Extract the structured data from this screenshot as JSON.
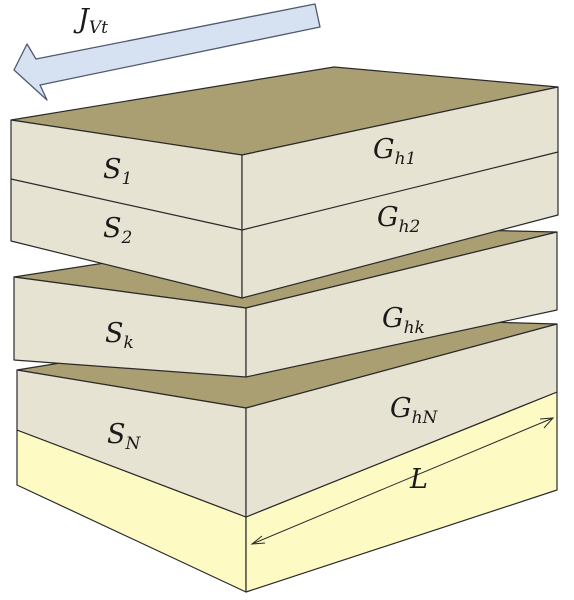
{
  "colors": {
    "top_face": "#aa9e73",
    "side_face": "#e7e3d3",
    "substrate": "#fdfbc3",
    "arrow_fill": "#d6e1f2",
    "arrow_stroke": "#505a6e",
    "edge": "#2a2a2a"
  },
  "flux": {
    "symbol": "J",
    "subscript": "Vt"
  },
  "layers": [
    {
      "s_symbol": "S",
      "s_sub": "1",
      "g_symbol": "G",
      "g_sub": "h1"
    },
    {
      "s_symbol": "S",
      "s_sub": "2",
      "g_symbol": "G",
      "g_sub": "h2"
    },
    {
      "s_symbol": "S",
      "s_sub": "k",
      "g_symbol": "G",
      "g_sub": "hk"
    },
    {
      "s_symbol": "S",
      "s_sub": "N",
      "g_symbol": "G",
      "g_sub": "hN"
    }
  ],
  "substrate_label": "L"
}
